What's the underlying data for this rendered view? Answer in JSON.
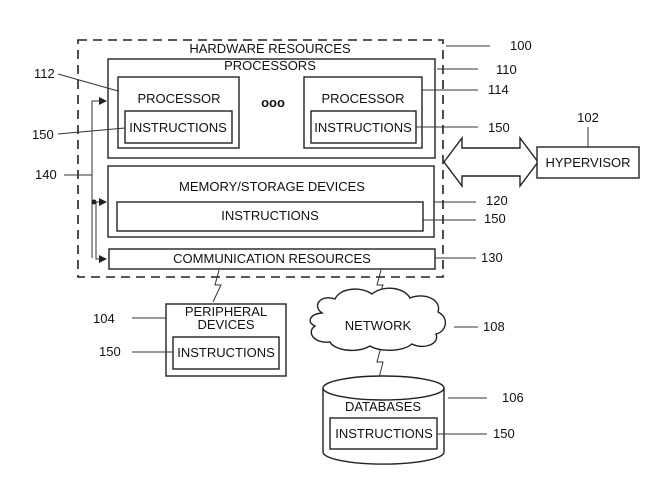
{
  "diagram": {
    "hardware_resources": {
      "label": "HARDWARE RESOURCES",
      "ref": "100"
    },
    "processors": {
      "label": "PROCESSORS",
      "ref": "110"
    },
    "processor_left": {
      "label": "PROCESSOR",
      "ref": "112",
      "instructions": "INSTRUCTIONS",
      "instructions_ref": "150"
    },
    "ellipsis": "ooo",
    "processor_right": {
      "label": "PROCESSOR",
      "ref": "114",
      "instructions": "INSTRUCTIONS",
      "instructions_ref": "150"
    },
    "bus": {
      "ref": "140"
    },
    "memory": {
      "label": "MEMORY/STORAGE DEVICES",
      "ref": "120",
      "instructions": "INSTRUCTIONS",
      "instructions_ref": "150"
    },
    "communication": {
      "label": "COMMUNICATION RESOURCES",
      "ref": "130"
    },
    "hypervisor": {
      "label": "HYPERVISOR",
      "ref": "102"
    },
    "peripheral": {
      "label_line1": "PERIPHERAL",
      "label_line2": "DEVICES",
      "ref": "104",
      "instructions": "INSTRUCTIONS",
      "instructions_ref": "150"
    },
    "network": {
      "label": "NETWORK",
      "ref": "108"
    },
    "databases": {
      "label": "DATABASES",
      "ref": "106",
      "instructions": "INSTRUCTIONS",
      "instructions_ref": "150"
    }
  }
}
